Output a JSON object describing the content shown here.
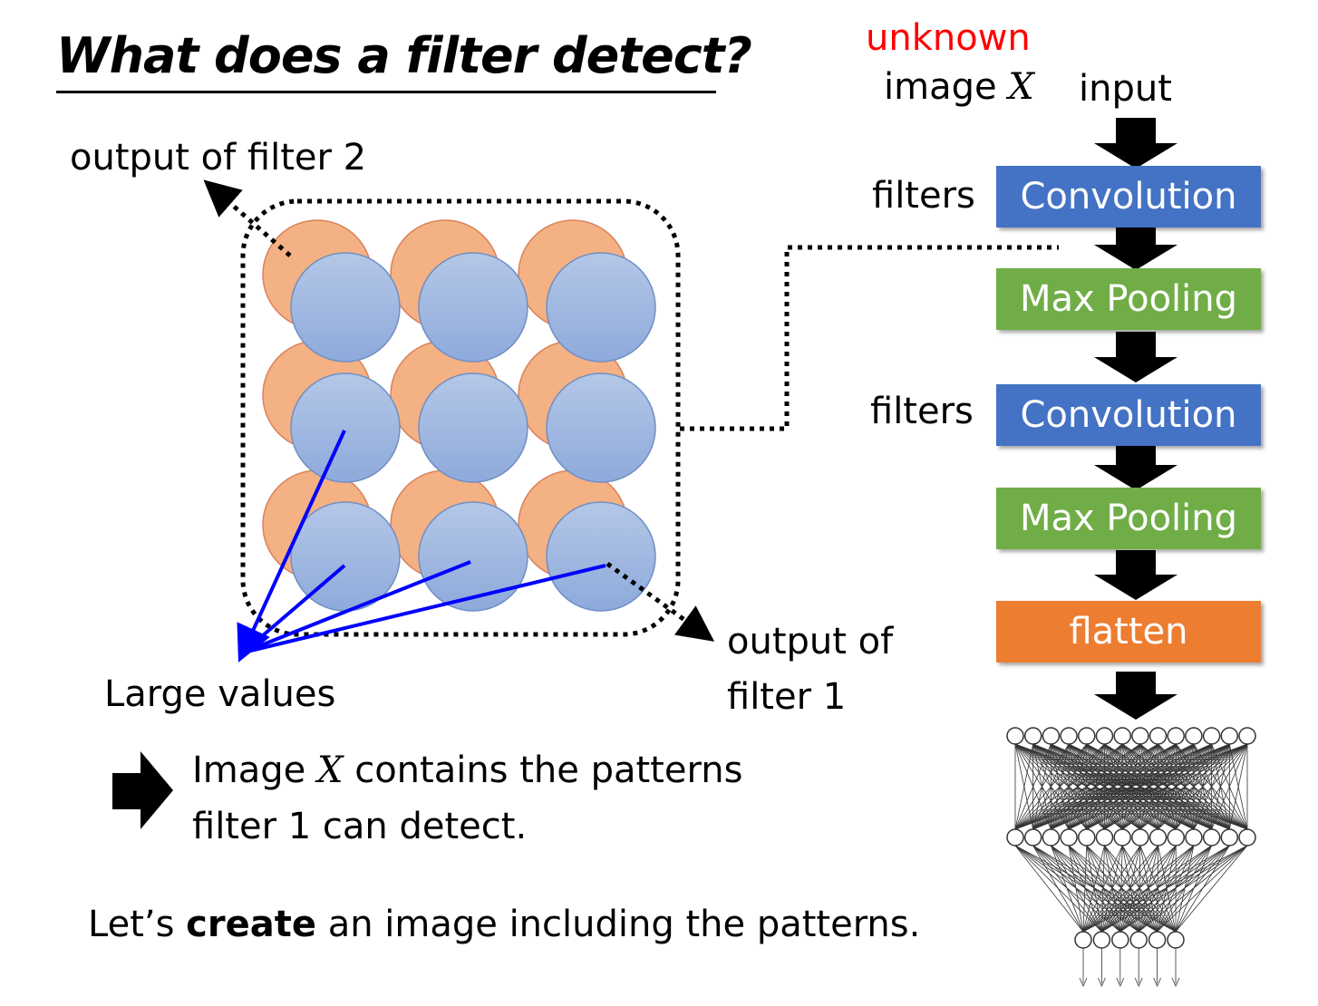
{
  "title": "What does a filter detect?",
  "labels": {
    "unknown": "unknown",
    "image_word": "image",
    "X": "X",
    "input": "input",
    "filters_1": "filters",
    "filters_2": "filters",
    "output_filter2": "output of filter 2",
    "output_of": "output of",
    "filter_1": "filter 1",
    "large_values": "Large values",
    "conclusion_image": "Image",
    "conclusion_line1_rest": "contains the patterns",
    "conclusion_line2": "filter 1 can detect.",
    "create_prefix": "Let’s",
    "create_bold": "create",
    "create_suffix": "an image including the patterns."
  },
  "pipeline": [
    {
      "label": "Convolution",
      "color": "#4472c4"
    },
    {
      "label": "Max Pooling",
      "color": "#70ad47"
    },
    {
      "label": "Convolution",
      "color": "#4472c4"
    },
    {
      "label": "Max Pooling",
      "color": "#70ad47"
    },
    {
      "label": "flatten",
      "color": "#ed7d31"
    }
  ],
  "colors": {
    "filter2_circle": "#f4b183",
    "filter1_circle": "#9dc3e6",
    "highlight_line": "#0000ff",
    "unknown_text": "#ff0000"
  }
}
